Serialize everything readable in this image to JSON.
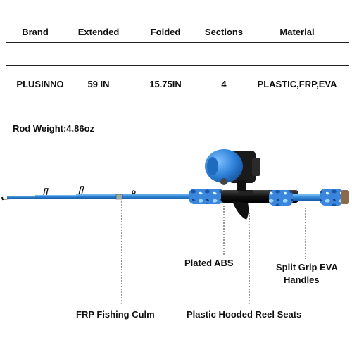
{
  "spec_table": {
    "headers": [
      "Brand",
      "Extended",
      "Folded",
      "Sections",
      "Material"
    ],
    "values": [
      "PLUSINNO",
      "59 IN",
      "15.75IN",
      "4",
      "PLASTIC,FRP,EVA"
    ]
  },
  "rod_weight": "Rod Weight:4.86oz",
  "callouts": {
    "plated_abs": "Plated ABS",
    "split_grip_1": "Split Grip EVA",
    "split_grip_2": "Handles",
    "frp_culm": "FRP Fishing Culm",
    "reel_seats": "Plastic Hooded Reel Seats"
  },
  "colors": {
    "rod_blue": "#2f86d6",
    "reel_blue": "#2b7fd6",
    "camo_light": "#8fd0ff",
    "camo_dark": "#1c55a8",
    "cork": "#8a6a4a"
  }
}
